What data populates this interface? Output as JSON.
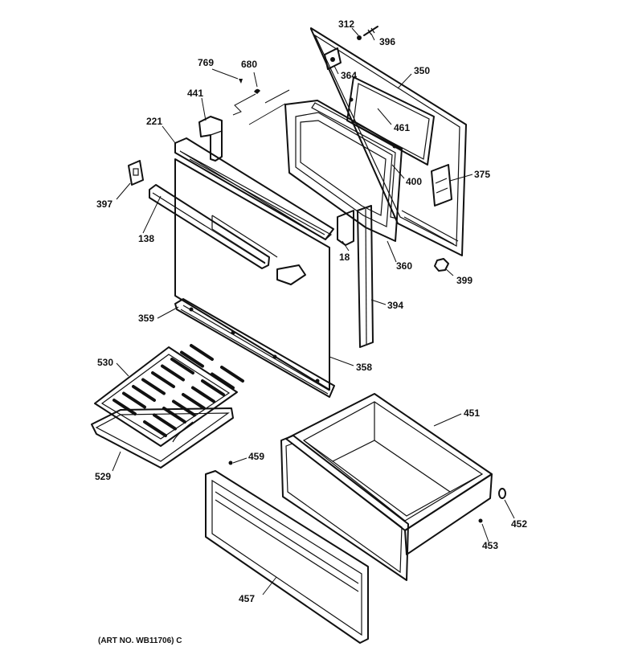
{
  "diagram": {
    "art_number": "(ART NO. WB11706) C",
    "callouts": {
      "c312": "312",
      "c396": "396",
      "c769": "769",
      "c680": "680",
      "c364": "364",
      "c350": "350",
      "c441": "441",
      "c461": "461",
      "c221": "221",
      "c400": "400",
      "c375": "375",
      "c397": "397",
      "c138": "138",
      "c18": "18",
      "c360": "360",
      "c399": "399",
      "c394": "394",
      "c359": "359",
      "c358": "358",
      "c530": "530",
      "c451": "451",
      "c459": "459",
      "c529": "529",
      "c452": "452",
      "c453": "453",
      "c457": "457"
    }
  }
}
